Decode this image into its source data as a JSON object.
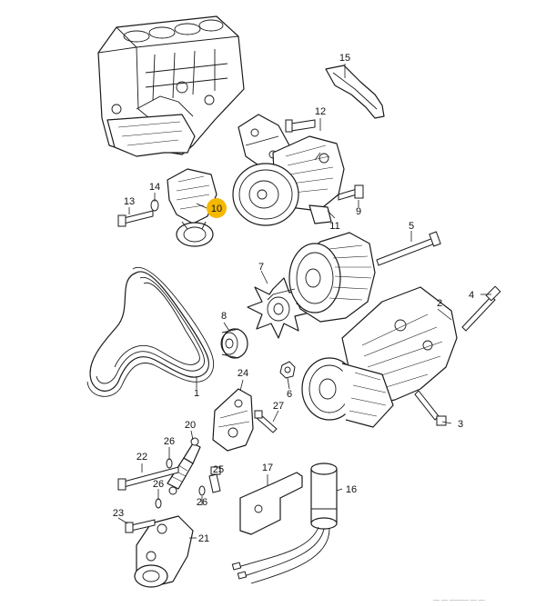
{
  "callouts": [
    "1",
    "2",
    "3",
    "4",
    "5",
    "6",
    "7",
    "8",
    "9",
    "10",
    "11",
    "12",
    "13",
    "14",
    "15",
    "16",
    "17",
    "20",
    "21",
    "22",
    "23",
    "24",
    "25",
    "26",
    "26",
    "26",
    "27"
  ],
  "highlight_callout": "10",
  "highlight_color": "#f5b800",
  "line_color": "#1a1a1a",
  "footer_code": "— — ——— — —"
}
